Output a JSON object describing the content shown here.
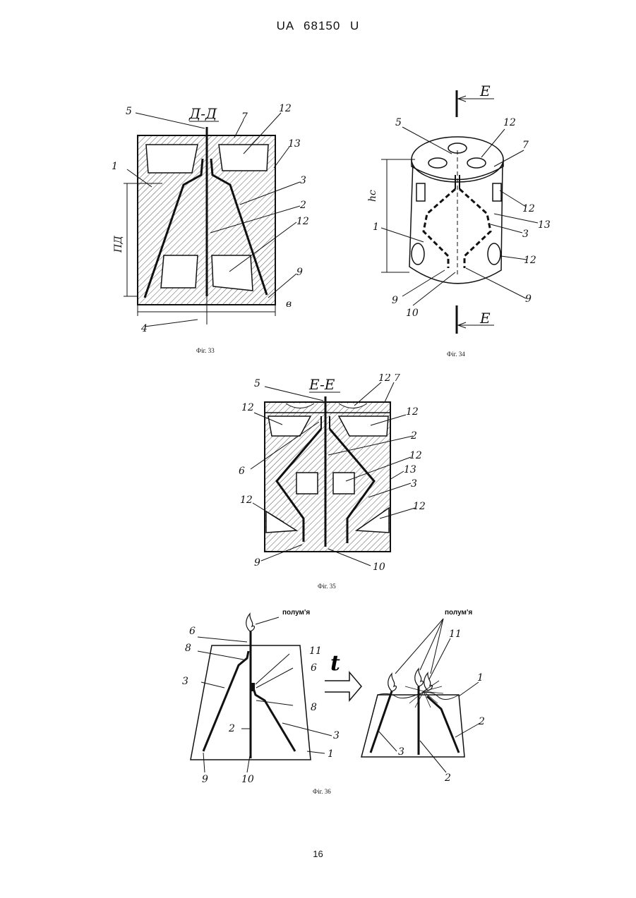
{
  "header": "UA  68150  U",
  "page_number": "16",
  "figures": {
    "fig33": {
      "caption": "Фіг. 33",
      "section": "Д-Д",
      "labels": {
        "l5": "5",
        "l7": "7",
        "l12a": "12",
        "l13": "13",
        "l1": "1",
        "l3": "3",
        "l2": "2",
        "l12b": "12",
        "l9": "9",
        "lPD": "ПД",
        "lb": "в",
        "l4": "4"
      }
    },
    "fig34": {
      "caption": "Фіг. 34",
      "section_top": "E",
      "section_bottom": "E",
      "labels": {
        "l5": "5",
        "l12a": "12",
        "l7": "7",
        "lhc": "hc",
        "l12b": "12",
        "l13": "13",
        "l1": "1",
        "l3": "3",
        "l12c": "12",
        "l9a": "9",
        "l10": "10",
        "l9b": "9"
      }
    },
    "fig35": {
      "caption": "Фіг. 35",
      "section": "E-E",
      "labels": {
        "l5": "5",
        "l12a": "12",
        "l7": "7",
        "l12b": "12",
        "l12c": "12",
        "l2": "2",
        "l6": "6",
        "l12d": "12",
        "l13": "13",
        "l3": "3",
        "l12e": "12",
        "l12f": "12",
        "l9": "9",
        "l10": "10"
      }
    },
    "fig36": {
      "caption": "Фіг. 36",
      "time_symbol": "t",
      "flame_left": "полум'я",
      "flame_right": "полум'я",
      "labels": {
        "l6a": "6",
        "l8a": "8",
        "l11a": "11",
        "l6b": "6",
        "l3a": "3",
        "l8b": "8",
        "l2a": "2",
        "l3b": "3",
        "l1a": "1",
        "l9": "9",
        "l10": "10",
        "l11b": "11",
        "l1b": "1",
        "l2b": "2",
        "l3c": "3",
        "l2c": "2"
      }
    }
  }
}
